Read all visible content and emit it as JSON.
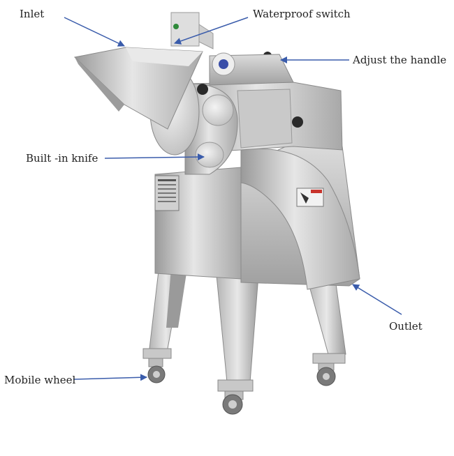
{
  "labels": {
    "inlet": "Inlet",
    "waterproof_switch": "Waterproof switch",
    "adjust_handle": "Adjust the handle",
    "built_in_knife": "Built -in knife",
    "outlet": "Outlet",
    "mobile_wheel": "Mobile wheel"
  },
  "colors": {
    "arrow": "#3a5cab",
    "steel_light": "#e2e2e2",
    "steel_mid": "#b8b8b8",
    "steel_dark": "#8a8a8a"
  }
}
